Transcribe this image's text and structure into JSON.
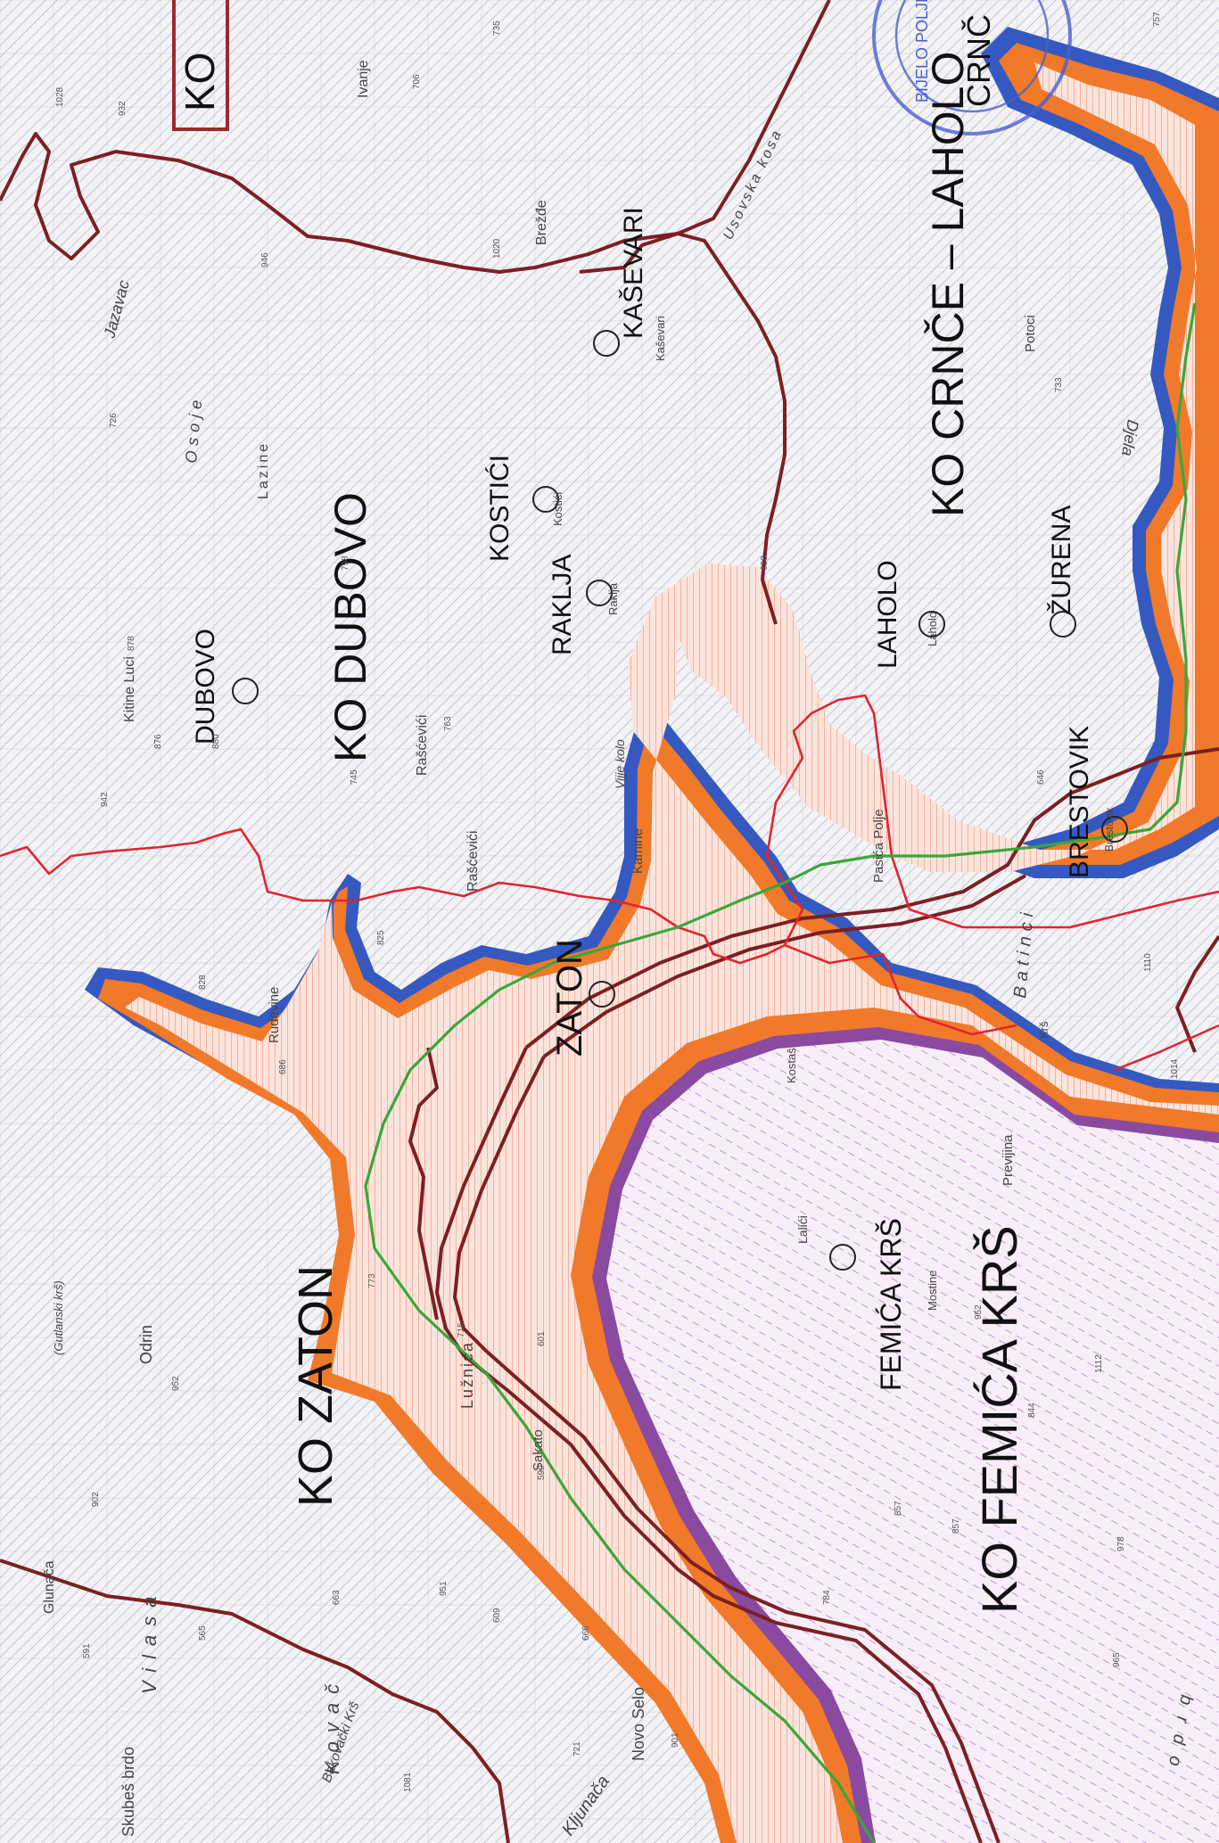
{
  "cadastral_zones": [
    {
      "key": "zaton",
      "label": "KO ZATON"
    },
    {
      "key": "dubovo",
      "label": "KO DUBOVO"
    },
    {
      "key": "femica",
      "label": "KO FEMIĆA KRŠ"
    },
    {
      "key": "crnce",
      "label": "KO CRNČE – LAHOLO"
    },
    {
      "key": "crnc_top",
      "label": "CRNČ"
    },
    {
      "key": "ko_top",
      "label": "KO"
    }
  ],
  "settlements": [
    {
      "key": "dubovo",
      "label": "DUBOVO"
    },
    {
      "key": "kostici",
      "label": "KOSTIĆI"
    },
    {
      "key": "kasevari",
      "label": "KAŠEVARI"
    },
    {
      "key": "raklja",
      "label": "RAKLJA"
    },
    {
      "key": "laholo",
      "label": "LAHOLO"
    },
    {
      "key": "zurena",
      "label": "ŽURENA"
    },
    {
      "key": "brestovik",
      "label": "BRESTOVIK"
    },
    {
      "key": "zaton",
      "label": "ZATON"
    },
    {
      "key": "femica",
      "label": "FEMIĆA KRŠ"
    }
  ],
  "place_names": [
    {
      "key": "ivanje",
      "label": "Ivanje"
    },
    {
      "key": "brezde",
      "label": "Brežđe"
    },
    {
      "key": "jazavac",
      "label": "Jazavac"
    },
    {
      "key": "osoje",
      "label": "Osoje"
    },
    {
      "key": "lazine",
      "label": "Lazine"
    },
    {
      "key": "kitine",
      "label": "Kitine Luci"
    },
    {
      "key": "rascevici1",
      "label": "Rašćevići"
    },
    {
      "key": "rascevici2",
      "label": "Rašćevići"
    },
    {
      "key": "vijje",
      "label": "Vijje kolo"
    },
    {
      "key": "kamine",
      "label": "Kamine"
    },
    {
      "key": "rudevine",
      "label": "Rudevine"
    },
    {
      "key": "odrin",
      "label": "Odrin"
    },
    {
      "key": "luznica",
      "label": "Lužnica"
    },
    {
      "key": "sakato",
      "label": "Sakato"
    },
    {
      "key": "novo_selo",
      "label": "Novo Selo"
    },
    {
      "key": "glunaca",
      "label": "Glunača"
    },
    {
      "key": "skubes",
      "label": "Skubeš brdo"
    },
    {
      "key": "bakovacki",
      "label": "Bakovački Krš"
    },
    {
      "key": "kljunaca",
      "label": "Kljunača"
    },
    {
      "key": "pasica",
      "label": "Pasića Polje"
    },
    {
      "key": "batinci",
      "label": "Batinci"
    },
    {
      "key": "potoci",
      "label": "Potoci"
    },
    {
      "key": "usovska",
      "label": "Usovska kosa"
    },
    {
      "key": "djela",
      "label": "Djela"
    },
    {
      "key": "kasevari_small",
      "label": "Kaševari"
    },
    {
      "key": "kostici_small",
      "label": "Kostići"
    },
    {
      "key": "raklja_small",
      "label": "Raklja"
    },
    {
      "key": "laholo_small",
      "label": "Laholo"
    },
    {
      "key": "brestovik_small",
      "label": "Brestovik"
    },
    {
      "key": "kostas",
      "label": "Kostaš"
    },
    {
      "key": "lalici",
      "label": "Lalići"
    },
    {
      "key": "mostine",
      "label": "Mostine"
    },
    {
      "key": "previjina",
      "label": "Previjina"
    },
    {
      "key": "krs",
      "label": "Krš"
    },
    {
      "key": "gutlansk",
      "label": "(Gutlanski krš)"
    },
    {
      "key": "ko_top_small",
      "label": "Ko"
    },
    {
      "key": "bp",
      "label": "BIJELO POLJE"
    },
    {
      "key": "kovac",
      "label": "Kovač"
    },
    {
      "key": "vilasa",
      "label": "Vilasa"
    },
    {
      "key": "brdo",
      "label": "b r d o"
    }
  ],
  "elevations": [
    "1028",
    "932",
    "706",
    "735",
    "946",
    "1020",
    "878",
    "726",
    "876",
    "942",
    "880",
    "798",
    "745",
    "763",
    "825",
    "638",
    "733",
    "646",
    "828",
    "686",
    "773",
    "715",
    "601",
    "590",
    "609",
    "666",
    "902",
    "952",
    "565",
    "591",
    "663",
    "951",
    "1081",
    "721",
    "901",
    "857",
    "844",
    "965",
    "978",
    "1112",
    "1110",
    "757",
    "1014",
    "952",
    "784",
    "857"
  ],
  "colors": {
    "background": "#f3f3f5",
    "hatch": "#8a8fb8",
    "river_zone_fill": "#fbe4dc",
    "river_zone_hatch": "#e8704e",
    "orange_buffer": "#f07a2a",
    "blue_edge": "#3559c0",
    "purple_zone": "#8a4aa0",
    "purple_hatch": "#b880c8",
    "cadastral_border": "#7c1f24",
    "red_boundary": "#e2242f",
    "green_line": "#3aa63a",
    "stamp": "#4a5fd0",
    "title_box": "#9a2a2a"
  }
}
